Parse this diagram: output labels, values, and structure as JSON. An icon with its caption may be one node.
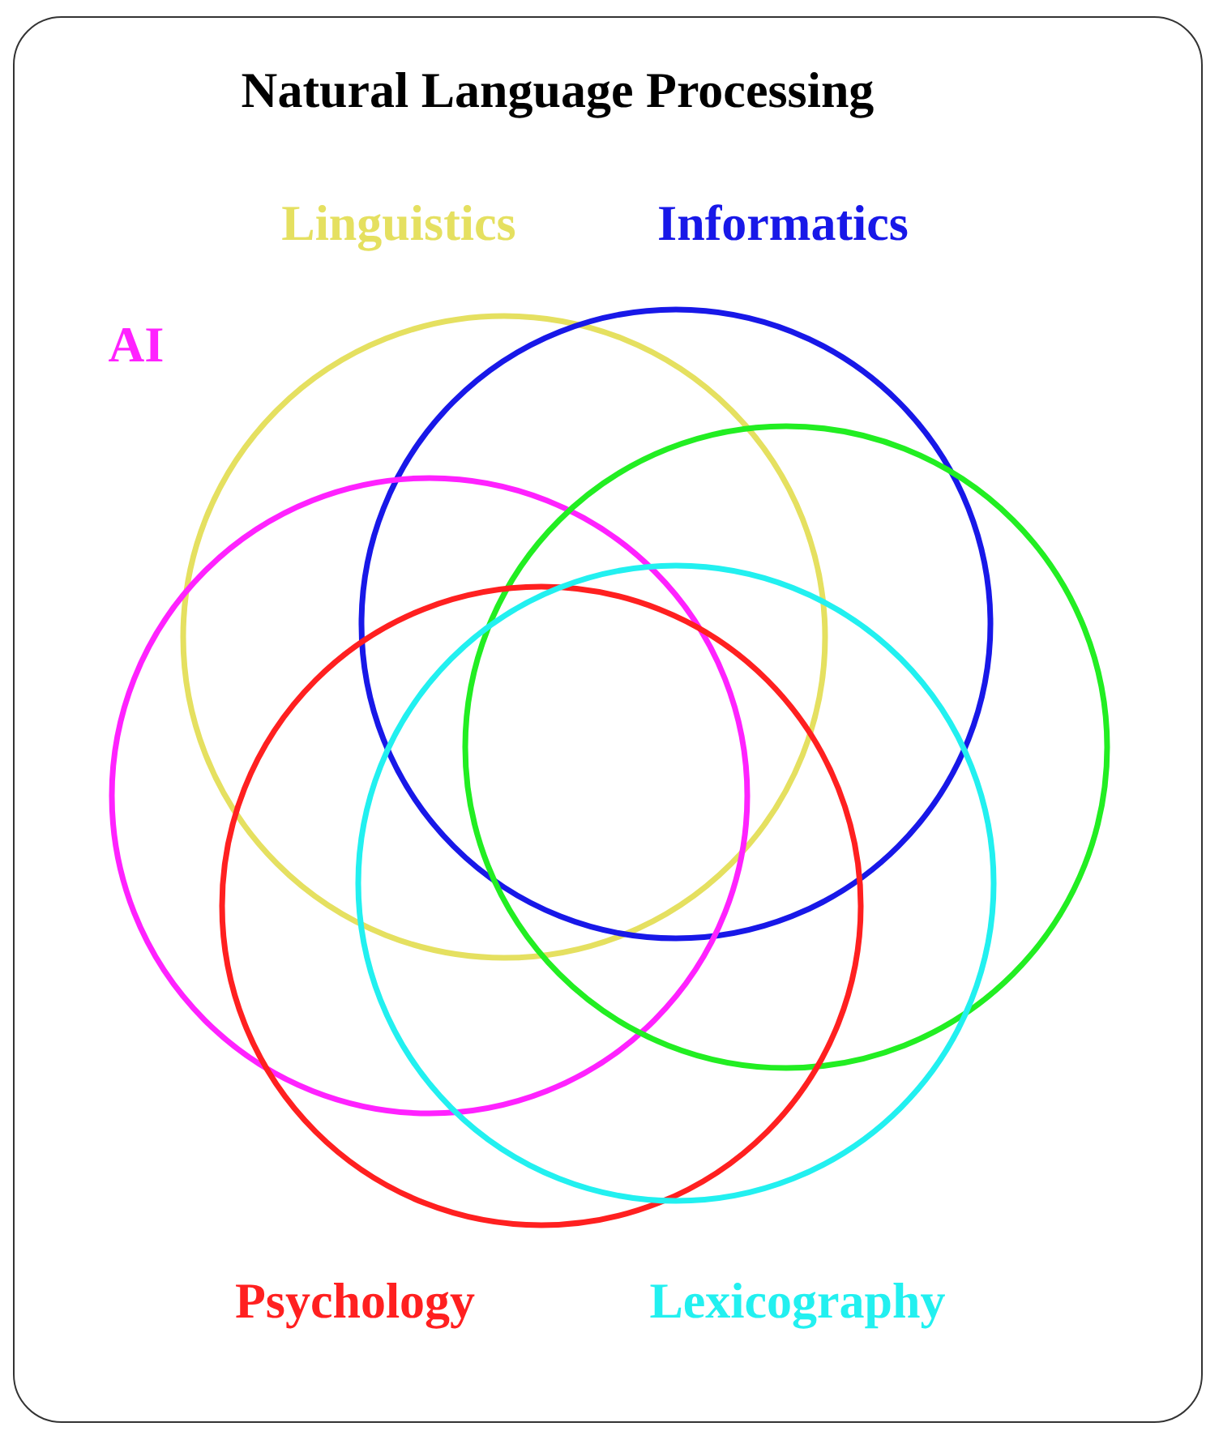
{
  "diagram": {
    "nodes": [
      {
        "text": [
          "Natural Language Processing"
        ]
      },
      {
        "text": [
          "Linguistics"
        ],
        "in": 0
      },
      {
        "text": [
          "Informatics"
        ],
        "in": 0
      },
      {
        "text": [
          "AI"
        ],
        "in": 0
      },
      {
        "text": [],
        "shape": "circle",
        "in": 0
      },
      {
        "text": [
          "Psychology"
        ],
        "in": 0
      },
      {
        "text": [
          "Lexicography"
        ],
        "in": 0
      }
    ]
  }
}
